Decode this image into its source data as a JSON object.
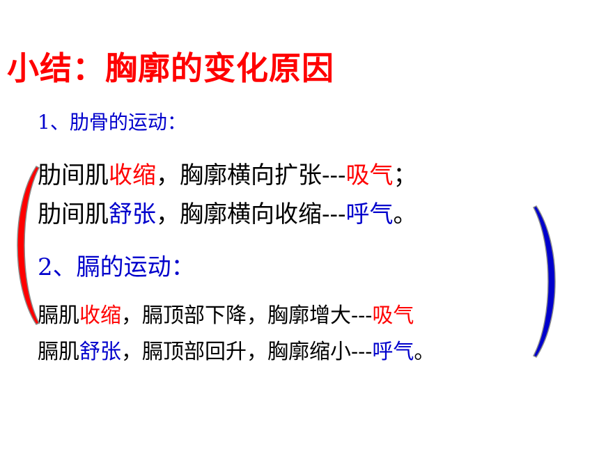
{
  "title": "小结：胸廓的变化原因",
  "section1": {
    "heading": "1、肋骨的运动：",
    "line1": {
      "a": "肋间肌",
      "b": "收缩",
      "c": "，胸廓横向扩张---",
      "d": "吸气",
      "e": "；"
    },
    "line2": {
      "a": "肋间肌",
      "b": "舒张",
      "c": "，胸廓横向收缩---",
      "d": "呼气",
      "e": "。"
    }
  },
  "section2": {
    "heading": "2、膈的运动：",
    "line1": {
      "a": "膈肌",
      "b": "收缩",
      "c": "，膈顶部下降，胸廓增大---",
      "d": "吸气"
    },
    "line2": {
      "a": "膈肌",
      "b": "舒张",
      "c": "，膈顶部回升，胸廓缩小---",
      "d": "呼气",
      "e": "。"
    }
  },
  "colors": {
    "title": "#ff0000",
    "heading": "#0000cc",
    "inhale": "#ff0000",
    "exhale": "#0000cc",
    "left_bracket": "#ff0000",
    "right_bracket": "#0000cc"
  }
}
